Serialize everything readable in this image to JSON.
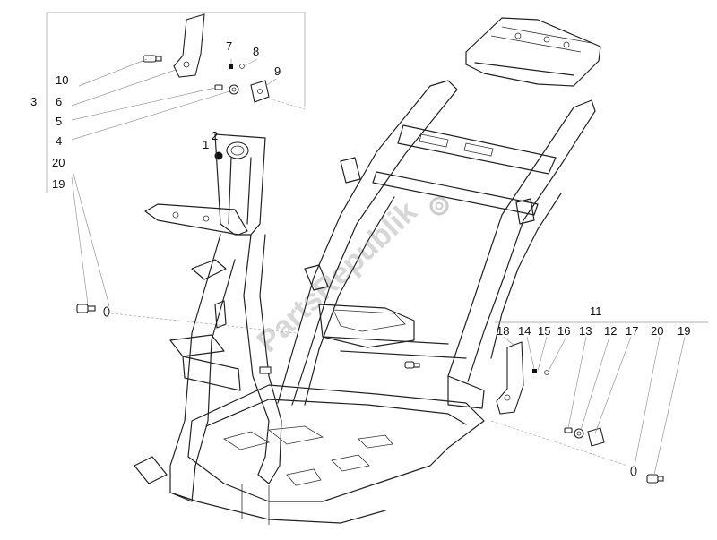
{
  "watermark": "PartsRepublik",
  "callouts": {
    "1": "1",
    "2": "2",
    "3": "3",
    "4": "4",
    "5": "5",
    "6": "6",
    "7": "7",
    "8": "8",
    "9": "9",
    "10": "10",
    "11": "11",
    "12": "12",
    "13": "13",
    "14": "14",
    "15": "15",
    "16": "16",
    "17": "17",
    "18": "18",
    "19": "19",
    "20": "20"
  },
  "icons": {
    "watermark_logo": "gear-icon"
  }
}
